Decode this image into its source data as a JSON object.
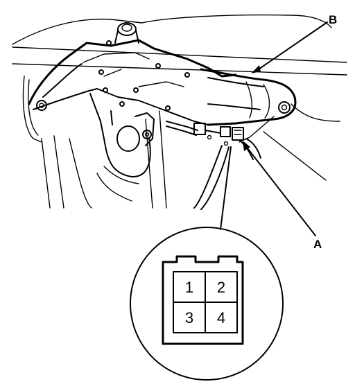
{
  "labels": {
    "a": "A",
    "b": "B"
  },
  "connector": {
    "pins": [
      "1",
      "2",
      "3",
      "4"
    ]
  }
}
